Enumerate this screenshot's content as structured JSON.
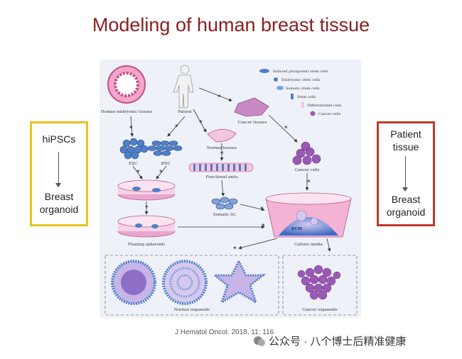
{
  "title": "Modeling of human breast tissue",
  "left_box": {
    "top": "hiPSCs",
    "bottom": "Breast organoid",
    "color": "#e8c21f"
  },
  "right_box": {
    "top": "Patient tissue",
    "bottom": "Breast organoid",
    "color": "#c0392b"
  },
  "diagram": {
    "labels": {
      "embryonic_tissues": "Human embryonic tissues",
      "patient": "Patient",
      "cancer_tissues": "Cancer tissues",
      "normal_tissues": "Normal tissues",
      "esc": "ESC",
      "ipsc": "iPSC",
      "functional_units": "Functional units",
      "cancer_cells": "Cancer cells",
      "somatic_sc": "Somatic SC",
      "floating_spheroids": "Floating spheroids",
      "ecm": "ECM",
      "culture_media": "Culture media",
      "normal_organoids": "Normal organoids",
      "cancer_organoids": "Cancer organoids"
    },
    "legend": [
      "Induced pluripotent stem cells",
      "Embryonic stem cells",
      "Somatic stem cells",
      "Stem cells",
      "Differentiated cells",
      "Cancer cells"
    ]
  },
  "citation": "J Hematol Oncol. 2018, 11: 116",
  "watermark": "公众号 · 八个博士后精准健康",
  "colors": {
    "title": "#8b1e1e",
    "figure_bg": "#eef2f8",
    "dish_pink": "#e9a6cf",
    "cell_blue": "#4f7fc7",
    "cancer_purple": "#9b59b6"
  }
}
